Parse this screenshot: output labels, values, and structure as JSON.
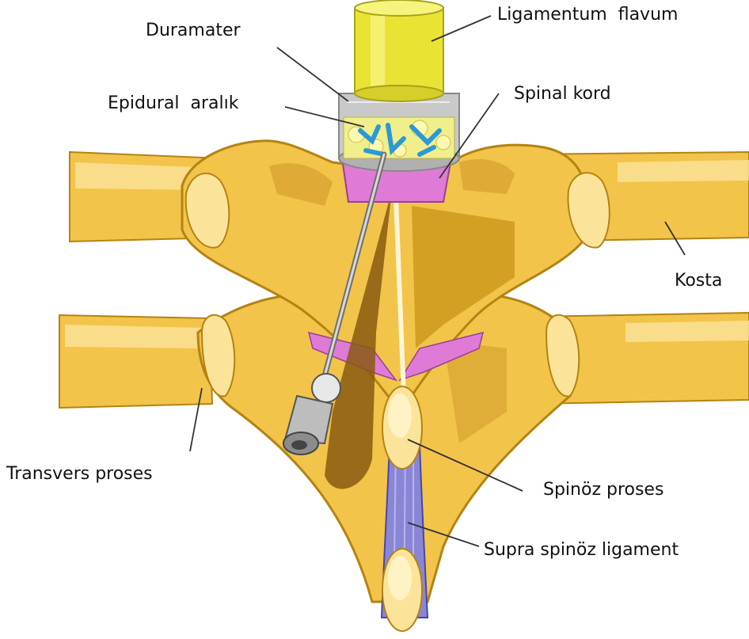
{
  "labels": {
    "ligamentum_flavum": "Ligamentum  flavum",
    "duramater": "Duramater",
    "epidural_aralik": "Epidural  aralık",
    "spinal_kord": "Spinal kord",
    "kosta": "Kosta",
    "transvers_proses": "Transvers proses",
    "spinoz_proses": "Spinöz proses",
    "supra_spinoz_ligament": "Supra spinöz ligament"
  },
  "colors": {
    "bone": "#f2c44a",
    "bone_light": "#fbe49a",
    "bone_dark": "#c99418",
    "bone_outline": "#b48312",
    "ligament": "#e9e434",
    "ligament_highlight": "#f7f47e",
    "dura": "#b9b9b9",
    "epidural_fat": "#f1ee8c",
    "epidural_vessels": "#2a9ad6",
    "spinal_cord": "#df7bd6",
    "supraspinous": "#8a86d6",
    "needle": "#9a9a9a",
    "shadow": "#8a5a10",
    "leader_line": "#333333"
  }
}
